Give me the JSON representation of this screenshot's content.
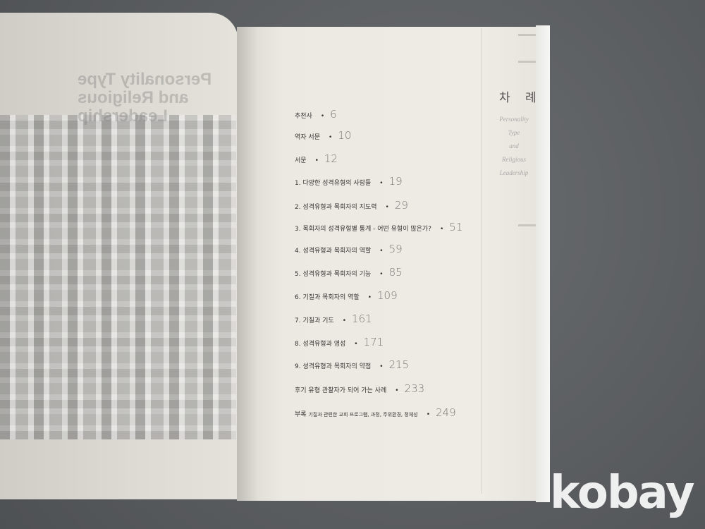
{
  "left_page": {
    "mirrored_title": "Personality Type and Religious Leadership"
  },
  "toc": {
    "heading": "차 례",
    "subtitle": [
      "Personality",
      "Type",
      "and",
      "Religious",
      "Leadership"
    ],
    "entries": [
      {
        "title": "추천사",
        "page": "6"
      },
      {
        "title": "역자 서문",
        "page": "10"
      },
      {
        "title": "서문",
        "page": "12"
      },
      {
        "title": "1. 다양한 성격유형의 사람들",
        "page": "19"
      },
      {
        "title": "2. 성격유형과 목회자의 지도력",
        "page": "29"
      },
      {
        "title": "3. 목회자의 성격유형별 통계 - 어떤 유형이 많은가?",
        "page": "51"
      },
      {
        "title": "4. 성격유형과 목회자의 역할",
        "page": "59"
      },
      {
        "title": "5. 성격유형과 목회자의 기능",
        "page": "85"
      },
      {
        "title": "6. 기질과 목회자의 역할",
        "page": "109"
      },
      {
        "title": "7. 기질과 기도",
        "page": "161"
      },
      {
        "title": "8. 성격유형과 영성",
        "page": "171"
      },
      {
        "title": "9. 성격유형과 목회자의 약점",
        "page": "215"
      },
      {
        "title": "후기 유형 관찰자가 되어 가는 사례",
        "page": "233"
      },
      {
        "title": "부록",
        "subtitle": "기질과 관련한 교회 프로그램, 과정, 주위환경, 정체성",
        "page": "249"
      }
    ]
  },
  "watermark": "kobay"
}
